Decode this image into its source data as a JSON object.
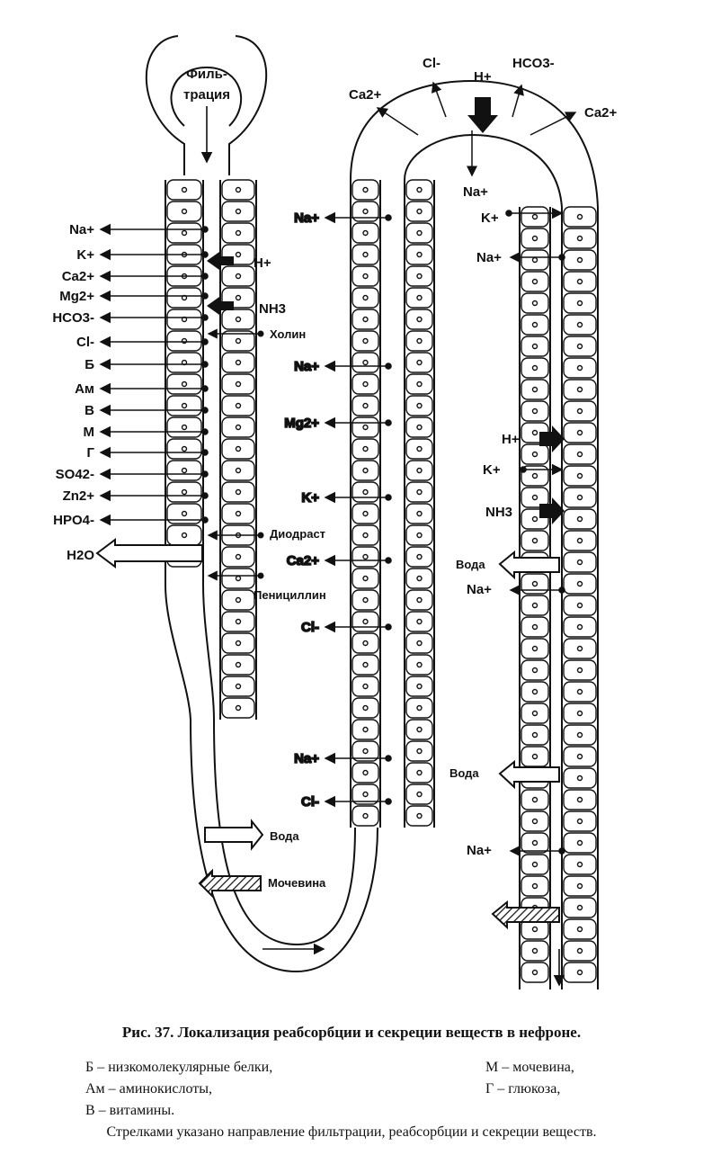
{
  "diagram": {
    "top_label": [
      "Филь-",
      "трация"
    ],
    "proximal_left_ions": [
      "Na+",
      "K+",
      "Ca2+",
      "Mg2+",
      "HCO3-",
      "Cl-",
      "Б",
      "Ам",
      "В",
      "М",
      "Г",
      "SO42-",
      "Zn2+",
      "HPO4-",
      "H2O"
    ],
    "proximal_secretion": [
      "H+",
      "NH3",
      "Холин",
      "Диодраст",
      "Пенициллин"
    ],
    "descending_labels": [
      "Вода",
      "Мочевина"
    ],
    "ascending_ions": [
      "Na+",
      "Na+",
      "Mg2+",
      "K+",
      "Ca2+",
      "Cl-",
      "Na+",
      "Cl-"
    ],
    "top_arch_ions": [
      "Cl-",
      "H+",
      "HCO3-",
      "Ca2+",
      "Ca2+",
      "Na+"
    ],
    "distal_ions": [
      "K+",
      "Na+",
      "H+",
      "K+",
      "NH3",
      "Вода",
      "Na+",
      "Вода",
      "Na+"
    ]
  },
  "caption": {
    "title": "Рис. 37. Локализация реабсорбции и секреции веществ в нефроне.",
    "legend_left": [
      "Б – низкомолекулярные белки,",
      "Ам – аминокислоты,",
      "В – витамины."
    ],
    "legend_right": [
      "М – мочевина,",
      "Г – глюкоза,"
    ],
    "note": "Стрелками указано направление фильтрации, реабсорбции и секреции веществ."
  }
}
